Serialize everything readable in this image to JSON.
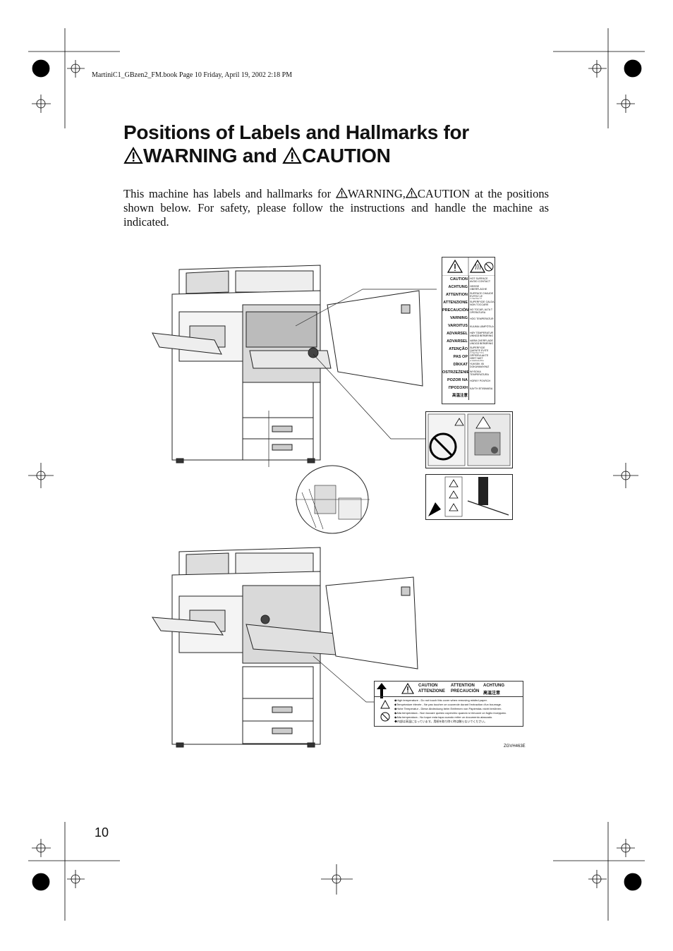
{
  "header": {
    "text": "MartiniC1_GBzen2_FM.book  Page 10  Friday, April 19, 2002  2:18 PM"
  },
  "title": {
    "line1": "Positions of Labels and Hallmarks for",
    "word_warning": "WARNING",
    "word_and": " and ",
    "word_caution": "CAUTION"
  },
  "intro": {
    "part1": "This machine has labels and hallmarks for ",
    "warning": "WARNING",
    "comma": ",",
    "caution": "CAUTION",
    "part2": " at the positions shown below. For safety, please follow the instructions and handle  the machine as indicated."
  },
  "caution_label": {
    "rows": [
      {
        "word": "CAUTION",
        "text": "HOT SURFACE AVOID CONTACT"
      },
      {
        "word": "ACHTUNG",
        "text": "HEISSE OBERFLÄCHE"
      },
      {
        "word": "ATTENTION",
        "text": "SURFACE CHAUDE EVITEZ LE CONTACT"
      },
      {
        "word": "ATTENZIONE",
        "text": "SUPERFICIE CALDA NON TOCCARE"
      },
      {
        "word": "PRECAUCIÓN",
        "text": "NO TOCAR, ALTA T OPERATURA"
      },
      {
        "word": "VARNING",
        "text": "HÖG TEMPERATUR"
      },
      {
        "word": "VAROITUS",
        "text": "KUUMA LÄMPÖTILA"
      },
      {
        "word": "ADVARSEL",
        "text": "HØY TEMPERATUR UNNGÅ BERØRING"
      },
      {
        "word": "ADVARSEL",
        "text": "VARM OVERFLADE UNDGÅ BERØRING"
      },
      {
        "word": "ATENÇÃO",
        "text": "SUPERFICIE QUENTE EVITE CONTACTO"
      },
      {
        "word": "PAS OP",
        "text": "OPPERVLAKTE HEET NIET AANRAKEN"
      },
      {
        "word": "DİKKAT",
        "text": "YÜKSEK ISI DOKUNMAYINIZ"
      },
      {
        "word": "OSTRZEŻENIE",
        "text": "WYSOKA TEMPERATURA"
      },
      {
        "word": "POZOR NA",
        "text": "HORKÝ POVRCH"
      },
      {
        "word": "ΠΡΟΣΟΧΗ",
        "text": "ΚΑΥΤΗ ΕΠΙΦΑΝΕΙΑ"
      },
      {
        "word": "高温注意",
        "text": ""
      }
    ]
  },
  "bottom_label": {
    "head": [
      "CAUTION",
      "ATTENTION",
      "ACHTUNG",
      "ATTENZIONE",
      "PRECAUCIÓN",
      "高温注意"
    ],
    "lines": [
      "◆High temperature - Do not touch this cover when removing misfed paper.",
      "◆Température élevée - Ne pas toucher ce couvercle durant l'extraction d'un bourrage.",
      "◆Hohe Temperatur - Diese Abdeckung beim Entfernen von Papierstau nicht berühren.",
      "◆Alta temperatura - Non toccare questo coperchio quando si rimuove un foglio inceppato.",
      "◆Alta temperatura - No toque esta tapa cuando retire un documento atascado.",
      "◆内部は高温になっています。用紙を取り除く時は触らないでください。"
    ]
  },
  "figure_code": "ZGVH463E",
  "page_number": "10"
}
